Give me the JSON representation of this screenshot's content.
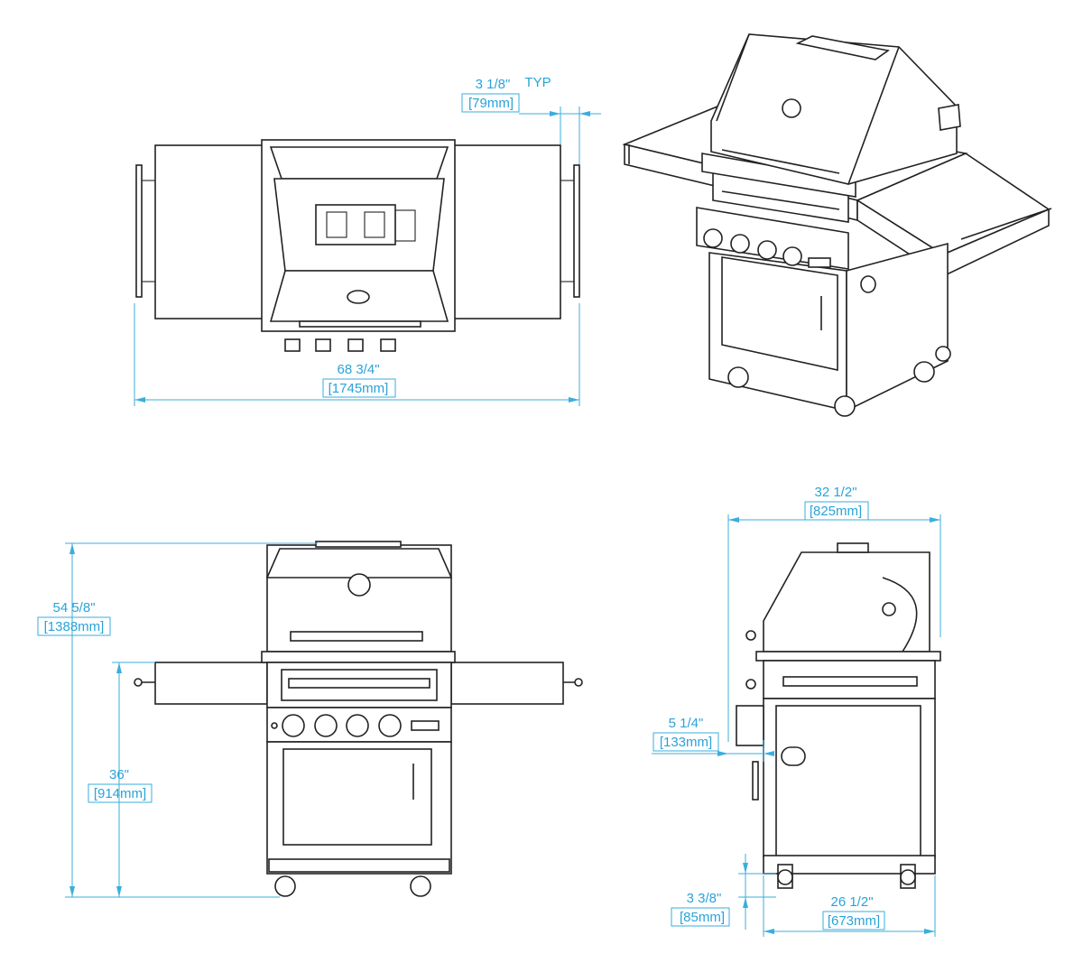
{
  "dimensions": {
    "top_lid_offset": {
      "imperial": "3 1/8\"",
      "metric": "[79mm]",
      "note": "TYP"
    },
    "top_width": {
      "imperial": "68 3/4\"",
      "metric": "[1745mm]"
    },
    "front_total_height": {
      "imperial": "54 5/8\"",
      "metric": "[1388mm]"
    },
    "front_counter_height": {
      "imperial": "36\"",
      "metric": "[914mm]"
    },
    "side_depth": {
      "imperial": "32 1/2\"",
      "metric": "[825mm]"
    },
    "side_knob_projection": {
      "imperial": "5 1/4\"",
      "metric": "[133mm]"
    },
    "side_caster_height": {
      "imperial": "3 3/8\"",
      "metric": "[85mm]"
    },
    "side_cart_depth": {
      "imperial": "26 1/2\"",
      "metric": "[673mm]"
    }
  },
  "colors": {
    "dimension": "#2aa3d8",
    "drawing": "#222222"
  }
}
